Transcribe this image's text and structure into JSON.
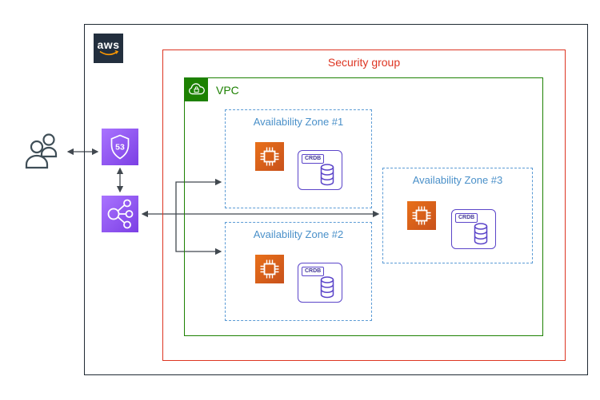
{
  "aws_cloud": {
    "logo_text": "aws"
  },
  "security_group": {
    "label": "Security group"
  },
  "vpc": {
    "label": "VPC"
  },
  "availability_zones": [
    {
      "label": "Availability Zone #1",
      "crdb_label": "CRDB"
    },
    {
      "label": "Availability Zone #2",
      "crdb_label": "CRDB"
    },
    {
      "label": "Availability Zone #3",
      "crdb_label": "CRDB"
    }
  ],
  "route53": {
    "badge_text": "53"
  },
  "icons": {
    "users_icon": "two-person-outline",
    "route53_icon": "shield-badge-53",
    "load_balancer_icon": "node-network-load-balancer",
    "vpc_icon": "cloud-with-lock",
    "ec2_icon": "cpu-chip",
    "crdb_icon": "database-cylinder",
    "aws_logo_icon": "aws-smile-logo"
  },
  "colors": {
    "security_group_red": "#dd3522",
    "vpc_green": "#1d8102",
    "availability_zone_blue": "#4a90c9",
    "ec2_orange": "#d05c17",
    "crdb_purple": "#5b45c9",
    "networking_purple_light": "#a973ff",
    "networking_purple_dark": "#7b3fe4",
    "aws_navy": "#232f3e",
    "aws_orange": "#ff9900",
    "arrow_gray": "#41484f"
  }
}
